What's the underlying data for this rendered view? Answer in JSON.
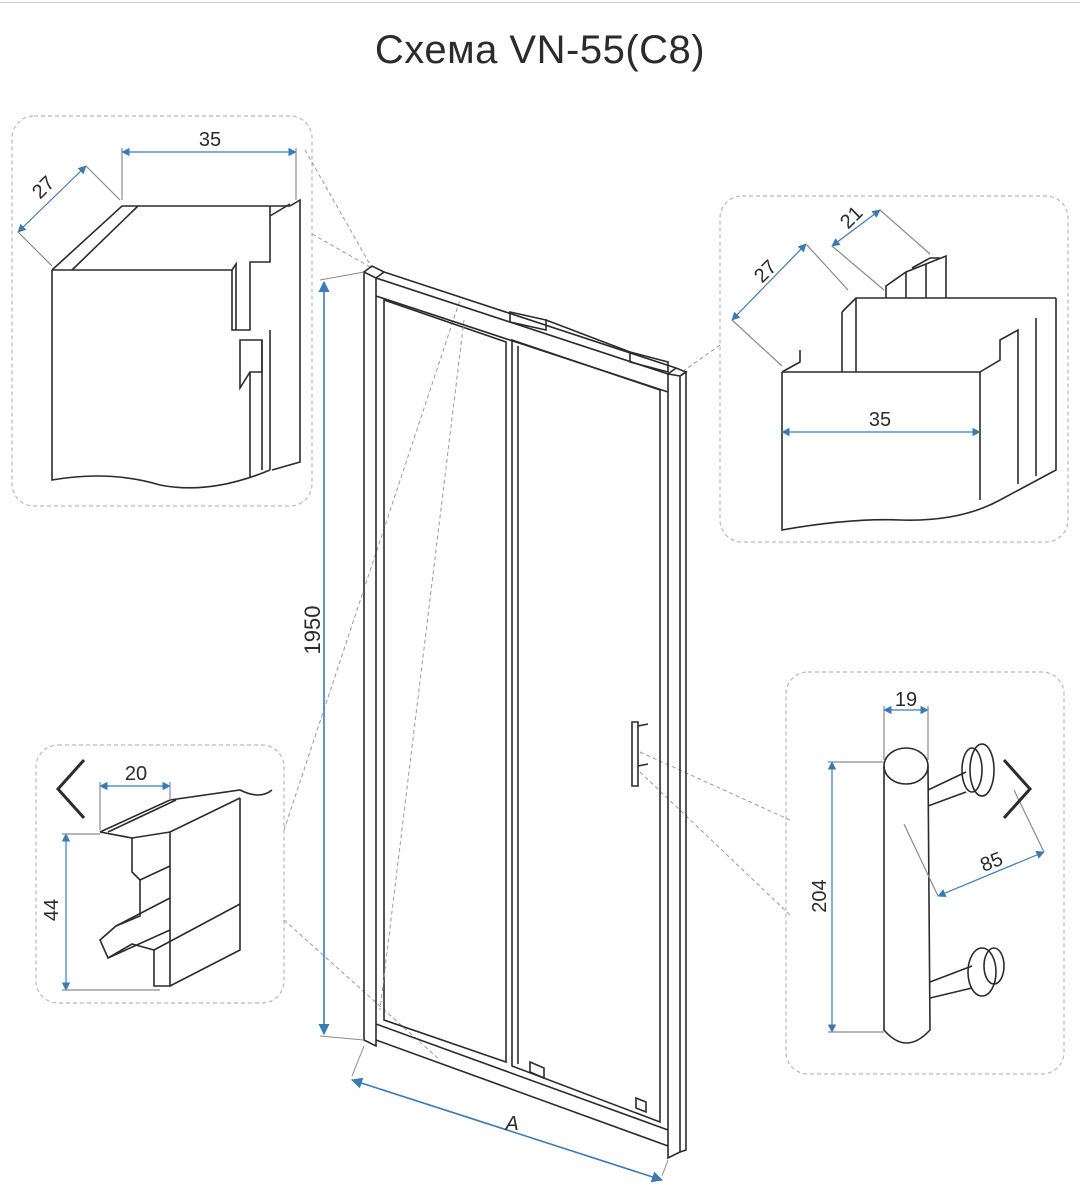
{
  "title": "Схема VN-55(C8)",
  "dimensions": {
    "height": "1950",
    "width": "A",
    "profile_left_width": "35",
    "profile_left_depth": "27",
    "profile_right_width": "35",
    "profile_right_depth": "27",
    "profile_right_rail": "21",
    "bottom_profile_width": "20",
    "bottom_profile_height": "44",
    "handle_diameter": "19",
    "handle_length": "204",
    "handle_offset": "85"
  },
  "colors": {
    "line": "#2b2b2b",
    "dimension": "#3b7bb5",
    "dashed": "#9a9a9a"
  },
  "icons": {
    "prev": "chevron-left-icon",
    "next": "chevron-right-icon"
  }
}
